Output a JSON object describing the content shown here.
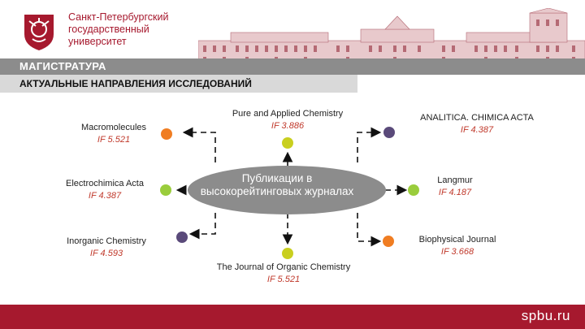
{
  "header": {
    "university_line1": "Санкт-Петербургский",
    "university_line2": "государственный",
    "university_line3": "университет"
  },
  "section_bar": "МАГИСТРАТУРА",
  "topic_bar": "АКТУАЛЬНЫЕ НАПРАВЛЕНИЯ ИССЛЕДОВАНИЙ",
  "center": "Публикации в высокорейтинговых журналах",
  "journals": {
    "macromolecules": {
      "name": "Macromolecules",
      "if": "IF 5.521"
    },
    "electrochimica": {
      "name": "Electrochimica Acta",
      "if": "IF 4.387"
    },
    "inorganic": {
      "name": "Inorganic Chemistry",
      "if": "IF 4.593"
    },
    "pure_applied": {
      "name": "Pure and Applied Chemistry",
      "if": "IF 3.886"
    },
    "organic": {
      "name": "The Journal of Organic Chemistry",
      "if": "IF 5.521"
    },
    "analitica": {
      "name": "ANALITICA. CHIMICA ACTA",
      "if": "IF 4.387"
    },
    "langmur": {
      "name": "Langmur",
      "if": "IF 4.187"
    },
    "biophysical": {
      "name": "Biophysical Journal",
      "if": "IF 3.668"
    }
  },
  "colors": {
    "brand_red": "#a6192e",
    "ellipse": "#8c8c8c",
    "dot_orange": "#f07d22",
    "dot_green": "#9acd3c",
    "dot_purple": "#5a4a7a",
    "dot_yellow": "#c9cf1f"
  },
  "footer": {
    "site": "spbu.ru"
  }
}
